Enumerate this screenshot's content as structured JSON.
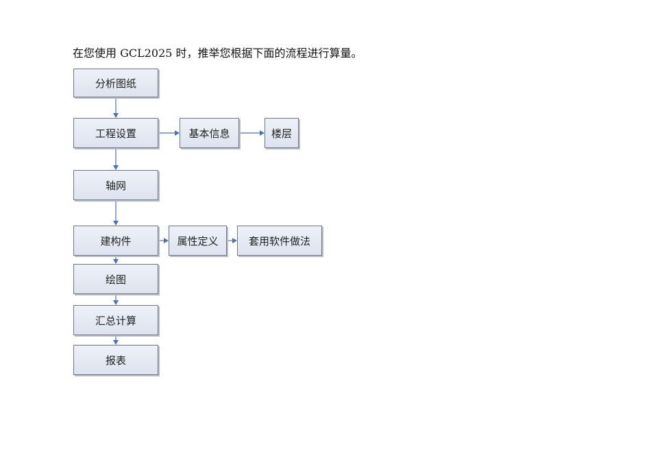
{
  "intro_text": "在您使用 GCL2025 时，推举您根据下面的流程进行算量。",
  "colors": {
    "arrow": "#4a72b8",
    "node_border": "#6e7580",
    "node_fill_top": "#eef1f8",
    "node_fill_bottom": "#dde3ef"
  },
  "nodes": [
    {
      "id": "fenxi",
      "label": "分析图纸"
    },
    {
      "id": "gongcheng",
      "label": "工程设置"
    },
    {
      "id": "jiben",
      "label": "基本信息"
    },
    {
      "id": "louceng",
      "label": "楼层"
    },
    {
      "id": "zhouwang",
      "label": "轴网"
    },
    {
      "id": "jiangoujian",
      "label": "建构件"
    },
    {
      "id": "shuxing",
      "label": "属性定义"
    },
    {
      "id": "taoyong",
      "label": "套用软件做法"
    },
    {
      "id": "huitu",
      "label": "绘图"
    },
    {
      "id": "huizong",
      "label": "汇总计算"
    },
    {
      "id": "baobiao",
      "label": "报表"
    }
  ],
  "edges": [
    {
      "from": "fenxi",
      "to": "gongcheng"
    },
    {
      "from": "gongcheng",
      "to": "jiben"
    },
    {
      "from": "jiben",
      "to": "louceng"
    },
    {
      "from": "gongcheng",
      "to": "zhouwang"
    },
    {
      "from": "zhouwang",
      "to": "jiangoujian"
    },
    {
      "from": "jiangoujian",
      "to": "shuxing"
    },
    {
      "from": "shuxing",
      "to": "taoyong"
    },
    {
      "from": "jiangoujian",
      "to": "huitu"
    },
    {
      "from": "huitu",
      "to": "huizong"
    },
    {
      "from": "huizong",
      "to": "baobiao"
    }
  ]
}
